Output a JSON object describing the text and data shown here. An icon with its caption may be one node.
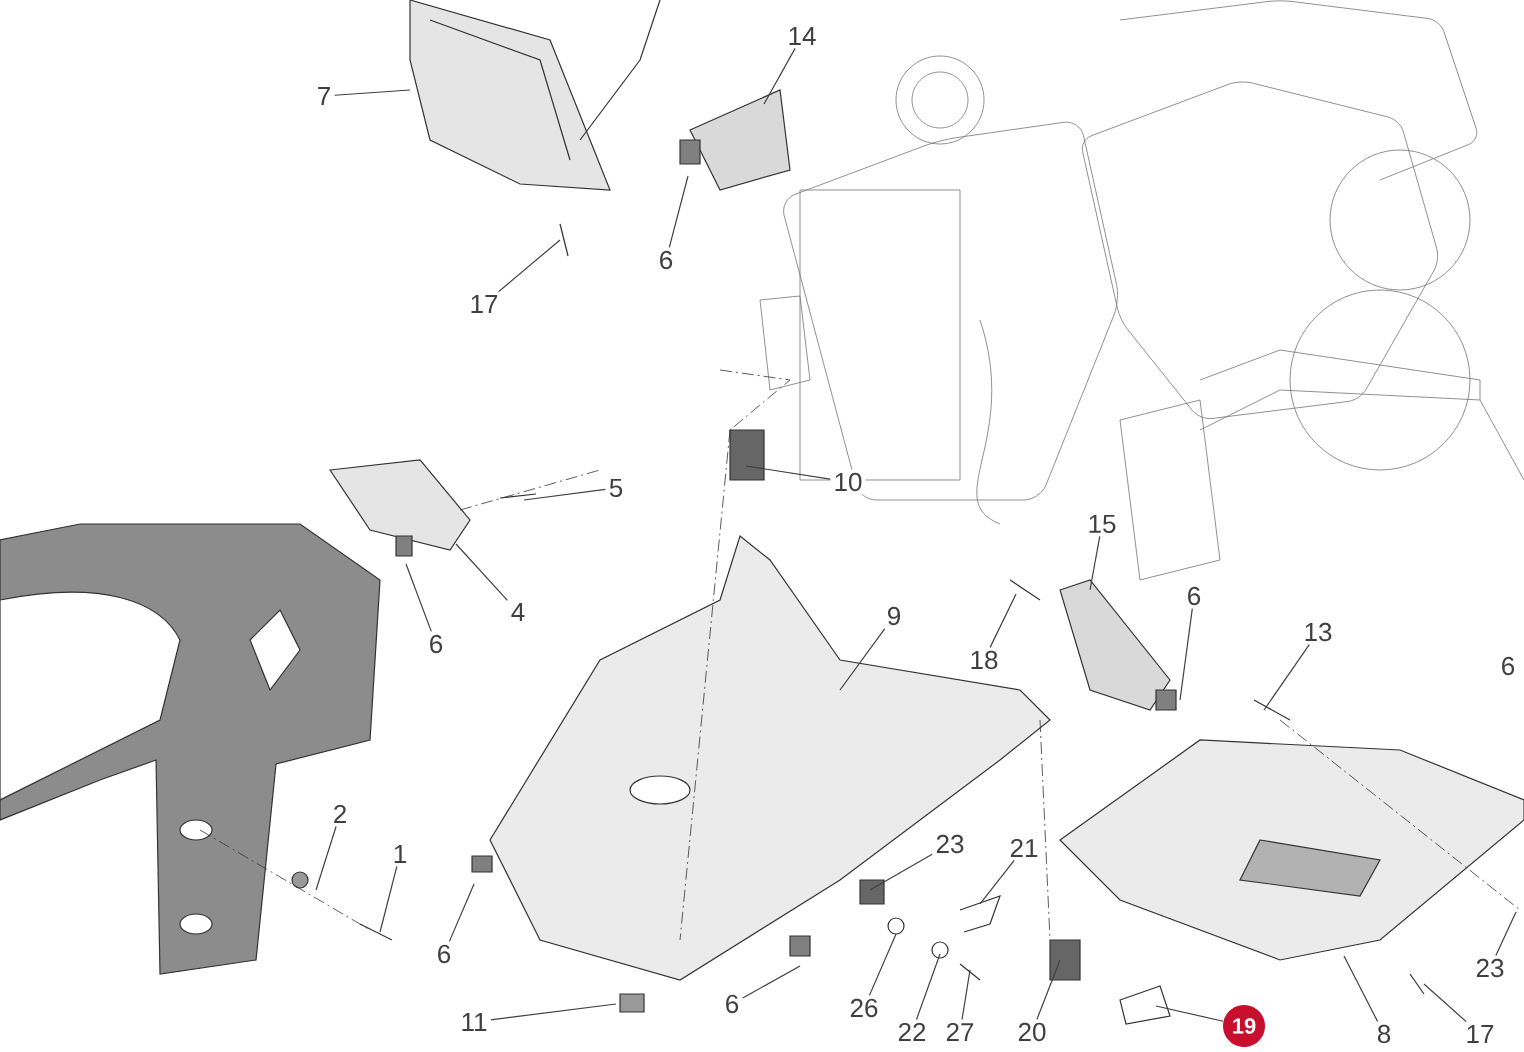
{
  "diagram": {
    "nodes": [
      {
        "text": [
          "7"
        ]
      },
      {
        "text": [
          "14"
        ]
      },
      {
        "text": [
          "6"
        ]
      },
      {
        "text": [
          "17"
        ]
      },
      {
        "text": [
          "5"
        ]
      },
      {
        "text": [
          "10"
        ]
      },
      {
        "text": [
          "4"
        ]
      },
      {
        "text": [
          "6"
        ]
      },
      {
        "text": [
          "9"
        ]
      },
      {
        "text": [
          "15"
        ]
      },
      {
        "text": [
          "18"
        ]
      },
      {
        "text": [
          "6"
        ]
      },
      {
        "text": [
          "13"
        ]
      },
      {
        "text": [
          "2"
        ]
      },
      {
        "text": [
          "1"
        ]
      },
      {
        "text": [
          "23"
        ]
      },
      {
        "text": [
          "21"
        ]
      },
      {
        "text": [
          "6"
        ]
      },
      {
        "text": [
          "11"
        ]
      },
      {
        "text": [
          "6"
        ]
      },
      {
        "text": [
          "26"
        ]
      },
      {
        "text": [
          "22"
        ]
      },
      {
        "text": [
          "27"
        ]
      },
      {
        "text": [
          "20"
        ]
      },
      {
        "text": [
          "19"
        ]
      },
      {
        "text": [
          "8"
        ]
      },
      {
        "text": [
          "17"
        ]
      },
      {
        "text": [
          "23"
        ]
      }
    ],
    "edges": [
      {
        "from": 0,
        "to": null,
        "arrow": "none"
      },
      {
        "from": 1,
        "to": null,
        "arrow": "none"
      },
      {
        "from": 2,
        "to": null,
        "arrow": "none"
      },
      {
        "from": 3,
        "to": null,
        "arrow": "none"
      },
      {
        "from": 4,
        "to": null,
        "arrow": "none"
      },
      {
        "from": 5,
        "to": null,
        "arrow": "none"
      },
      {
        "from": 6,
        "to": null,
        "arrow": "none"
      },
      {
        "from": 7,
        "to": null,
        "arrow": "none"
      },
      {
        "from": 8,
        "to": null,
        "arrow": "none"
      },
      {
        "from": 9,
        "to": null,
        "arrow": "none"
      },
      {
        "from": 10,
        "to": null,
        "arrow": "none"
      },
      {
        "from": 11,
        "to": null,
        "arrow": "none"
      },
      {
        "from": 12,
        "to": null,
        "arrow": "none"
      },
      {
        "from": 13,
        "to": null,
        "arrow": "none"
      },
      {
        "from": 14,
        "to": null,
        "arrow": "none"
      },
      {
        "from": 15,
        "to": null,
        "arrow": "none"
      },
      {
        "from": 16,
        "to": null,
        "arrow": "none"
      },
      {
        "from": 17,
        "to": null,
        "arrow": "none"
      },
      {
        "from": 18,
        "to": null,
        "arrow": "none"
      },
      {
        "from": 19,
        "to": null,
        "arrow": "none"
      },
      {
        "from": 20,
        "to": null,
        "arrow": "none"
      },
      {
        "from": 21,
        "to": null,
        "arrow": "none"
      },
      {
        "from": 22,
        "to": null,
        "arrow": "none"
      },
      {
        "from": 23,
        "to": null,
        "arrow": "none"
      },
      {
        "from": 24,
        "to": null,
        "arrow": "none"
      },
      {
        "from": 25,
        "to": null,
        "arrow": "none"
      },
      {
        "from": 26,
        "to": null,
        "arrow": "none"
      },
      {
        "from": 27,
        "to": null,
        "arrow": "none"
      }
    ],
    "labels": [
      "6"
    ]
  }
}
